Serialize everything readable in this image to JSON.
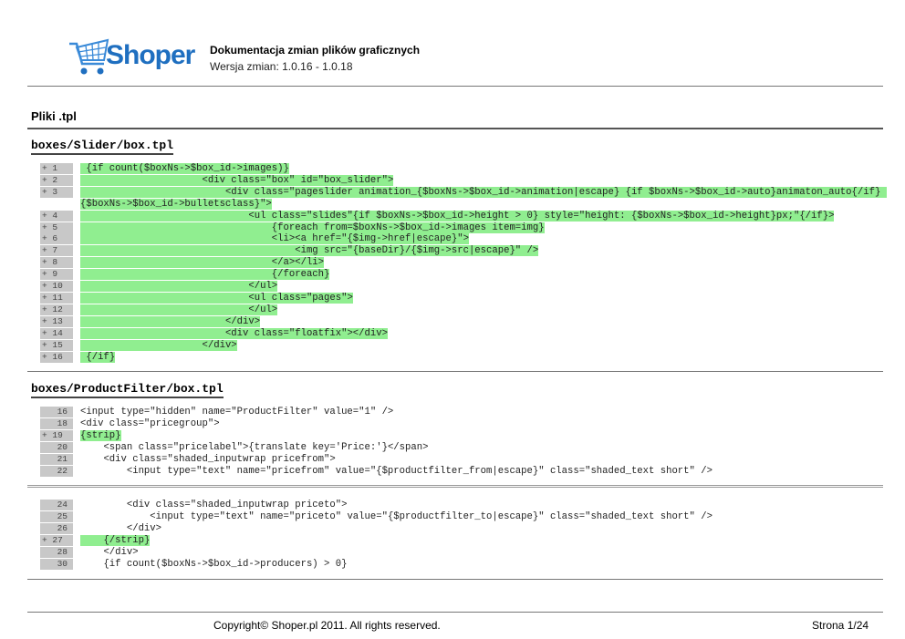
{
  "header": {
    "logo_text": "Shoper",
    "title": "Dokumentacja zmian plików graficznych",
    "subtitle": "Wersja zmian: 1.0.16 - 1.0.18"
  },
  "section_title": "Pliki .tpl",
  "files": [
    {
      "name": "boxes/Slider/box.tpl",
      "blocks": [
        [
          {
            "num": "+ 1",
            "added": true,
            "text": " {if count($boxNs->$box_id->images)}"
          },
          {
            "num": "+ 2",
            "added": true,
            "text": "                     <div class=\"box\" id=\"box_slider\">"
          },
          {
            "num": "+ 3",
            "added": true,
            "text": "                         <div class=\"pageslider animation_{$boxNs->$box_id->animation|escape} {if $boxNs->$box_id->auto}animaton_auto{/if} {$boxNs->$box_id->bulletsclass}\">"
          },
          {
            "num": "+ 4",
            "added": true,
            "text": "                             <ul class=\"slides\"{if $boxNs->$box_id->height > 0} style=\"height: {$boxNs->$box_id->height}px;\"{/if}>"
          },
          {
            "num": "+ 5",
            "added": true,
            "text": "                                 {foreach from=$boxNs->$box_id->images item=img}"
          },
          {
            "num": "+ 6",
            "added": true,
            "text": "                                 <li><a href=\"{$img->href|escape}\">"
          },
          {
            "num": "+ 7",
            "added": true,
            "text": "                                     <img src=\"{baseDir}/{$img->src|escape}\" />"
          },
          {
            "num": "+ 8",
            "added": true,
            "text": "                                 </a></li>"
          },
          {
            "num": "+ 9",
            "added": true,
            "text": "                                 {/foreach}"
          },
          {
            "num": "+ 10",
            "added": true,
            "text": "                             </ul>"
          },
          {
            "num": "+ 11",
            "added": true,
            "text": "                             <ul class=\"pages\">"
          },
          {
            "num": "+ 12",
            "added": true,
            "text": "                             </ul>"
          },
          {
            "num": "+ 13",
            "added": true,
            "text": "                         </div>"
          },
          {
            "num": "+ 14",
            "added": true,
            "text": "                         <div class=\"floatfix\"></div>"
          },
          {
            "num": "+ 15",
            "added": true,
            "text": "                     </div>"
          },
          {
            "num": "+ 16",
            "added": true,
            "text": " {/if}"
          }
        ]
      ]
    },
    {
      "name": "boxes/ProductFilter/box.tpl",
      "blocks": [
        [
          {
            "num": "16",
            "added": false,
            "text": "<input type=\"hidden\" name=\"ProductFilter\" value=\"1\" />"
          },
          {
            "num": "18",
            "added": false,
            "text": "<div class=\"pricegroup\">"
          },
          {
            "num": "+ 19",
            "added": true,
            "text": "{strip}"
          },
          {
            "num": "20",
            "added": false,
            "text": "    <span class=\"pricelabel\">{translate key='Price:'}</span>"
          },
          {
            "num": "21",
            "added": false,
            "text": "    <div class=\"shaded_inputwrap pricefrom\">"
          },
          {
            "num": "22",
            "added": false,
            "text": "        <input type=\"text\" name=\"pricefrom\" value=\"{$productfilter_from|escape}\" class=\"shaded_text short\" />"
          }
        ],
        [
          {
            "num": "24",
            "added": false,
            "text": "        <div class=\"shaded_inputwrap priceto\">"
          },
          {
            "num": "25",
            "added": false,
            "text": "            <input type=\"text\" name=\"priceto\" value=\"{$productfilter_to|escape}\" class=\"shaded_text short\" />"
          },
          {
            "num": "26",
            "added": false,
            "text": "        </div>"
          },
          {
            "num": "+ 27",
            "added": true,
            "text": "    {/strip}"
          },
          {
            "num": "28",
            "added": false,
            "text": "    </div>"
          },
          {
            "num": "30",
            "added": false,
            "text": "    {if count($boxNs->$box_id->producers) > 0}"
          }
        ]
      ]
    }
  ],
  "footer": {
    "copyright": "Copyright© Shoper.pl 2011. All rights reserved.",
    "page": "Strona 1/24"
  },
  "colors": {
    "added": "#90ee90",
    "linenum": "#c8c8c8",
    "logo": "#1f6fc0"
  }
}
